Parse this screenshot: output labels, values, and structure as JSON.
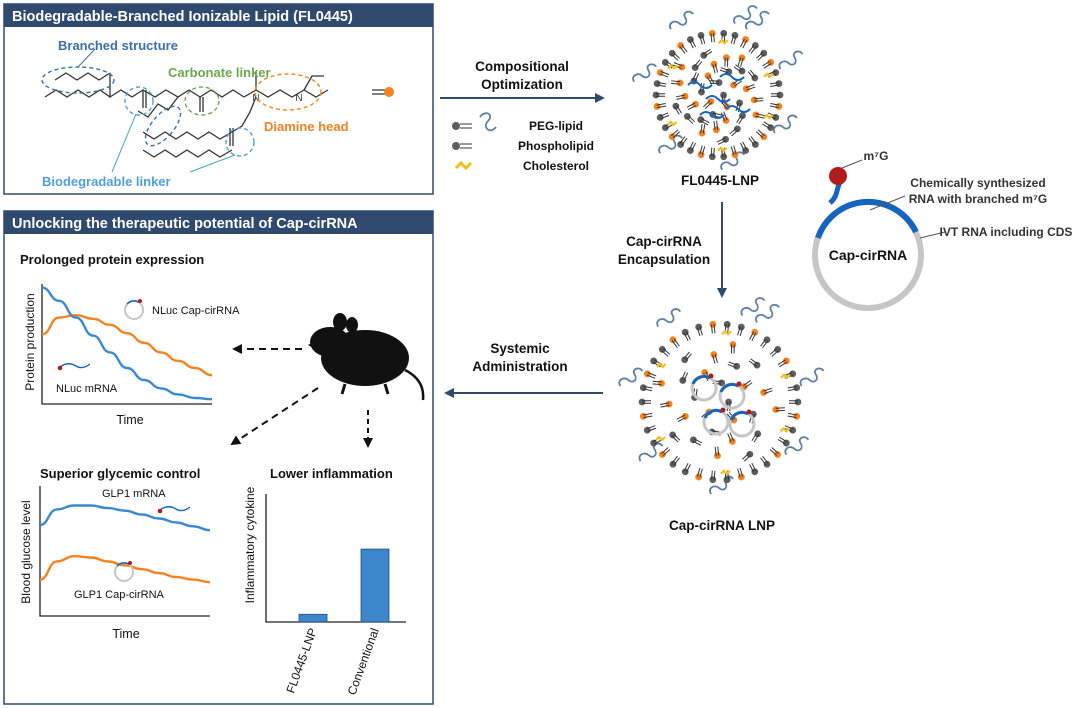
{
  "panels": {
    "lipid": {
      "title": "Biodegradable-Branched Ionizable Lipid (FL0445)",
      "labels": {
        "branched": "Branched structure",
        "carbonate": "Carbonate linker",
        "diamine": "Diamine head",
        "biodegradable": "Biodegradable linker",
        "nitrogen": "N"
      }
    },
    "therapeutic": {
      "title": "Unlocking the therapeutic potential of Cap-cirRNA",
      "protein": {
        "heading": "Prolonged protein expression",
        "ylabel": "Protein production",
        "xlabel": "Time",
        "label_circ": "NLuc Cap-cirRNA",
        "label_mrna": "NLuc mRNA"
      },
      "glycemic": {
        "heading": "Superior glycemic control",
        "ylabel": "Blood glucose level",
        "xlabel": "Time",
        "label_mrna": "GLP1 mRNA",
        "label_circ": "GLP1 Cap-cirRNA"
      },
      "inflammation": {
        "heading": "Lower inflammation",
        "ylabel": "Inflammatory cytokine"
      }
    }
  },
  "components": {
    "items": [
      "PEG-lipid",
      "Phospholipid",
      "Cholesterol"
    ]
  },
  "steps": {
    "compositional": [
      "Compositional",
      "Optimization"
    ],
    "encapsulation": [
      "Cap-cirRNA",
      "Encapsulation"
    ],
    "systemic": [
      "Systemic",
      "Administration"
    ]
  },
  "particles": {
    "lnp": "FL0445-LNP",
    "cap_lnp": "Cap-cirRNA LNP"
  },
  "caprna": {
    "m7g": "m⁷G",
    "synth_line1": "Chemically synthesized",
    "synth_line2": "RNA with branched m⁷G",
    "ivt": "IVT RNA including CDS",
    "center": "Cap-cirRNA"
  },
  "colors": {
    "navy": "#2f4a6e",
    "blue": "#3a89d0",
    "orange": "#f58220",
    "green": "#6aa84f",
    "lightblue": "#4f9fd9",
    "cap_red": "#b31b1b",
    "rna_blue": "#1565c0",
    "ring_gray": "#c6c6c6",
    "bar": "#3d86cc"
  },
  "chart_data": [
    {
      "type": "line",
      "title": "Prolonged protein expression",
      "xlabel": "Time",
      "ylabel": "Protein production",
      "series": [
        {
          "name": "NLuc Cap-cirRNA",
          "x": [
            0,
            1,
            2,
            3,
            4,
            5,
            6,
            7,
            8,
            9,
            10
          ],
          "y": [
            0.58,
            0.72,
            0.74,
            0.71,
            0.66,
            0.59,
            0.51,
            0.43,
            0.36,
            0.3,
            0.24
          ]
        },
        {
          "name": "NLuc mRNA",
          "x": [
            0,
            1,
            2,
            3,
            4,
            5,
            6,
            7,
            8,
            9,
            10
          ],
          "y": [
            0.97,
            0.86,
            0.72,
            0.57,
            0.43,
            0.3,
            0.2,
            0.13,
            0.08,
            0.05,
            0.04
          ]
        }
      ]
    },
    {
      "type": "line",
      "title": "Superior glycemic control",
      "xlabel": "Time",
      "ylabel": "Blood glucose level",
      "series": [
        {
          "name": "GLP1 mRNA",
          "x": [
            0,
            1,
            2,
            3,
            4,
            5,
            6,
            7,
            8,
            9,
            10
          ],
          "y": [
            0.7,
            0.82,
            0.85,
            0.85,
            0.83,
            0.81,
            0.78,
            0.75,
            0.72,
            0.69,
            0.66
          ]
        },
        {
          "name": "GLP1 Cap-cirRNA",
          "x": [
            0,
            1,
            2,
            3,
            4,
            5,
            6,
            7,
            8,
            9,
            10
          ],
          "y": [
            0.28,
            0.42,
            0.46,
            0.45,
            0.42,
            0.39,
            0.36,
            0.33,
            0.3,
            0.28,
            0.26
          ]
        }
      ]
    },
    {
      "type": "bar",
      "title": "Lower inflammation",
      "ylabel": "Inflammatory cytokine",
      "categories": [
        "FL0445-LNP",
        "Conventional"
      ],
      "values": [
        0.06,
        0.57
      ],
      "ylim": [
        0,
        1
      ]
    }
  ]
}
